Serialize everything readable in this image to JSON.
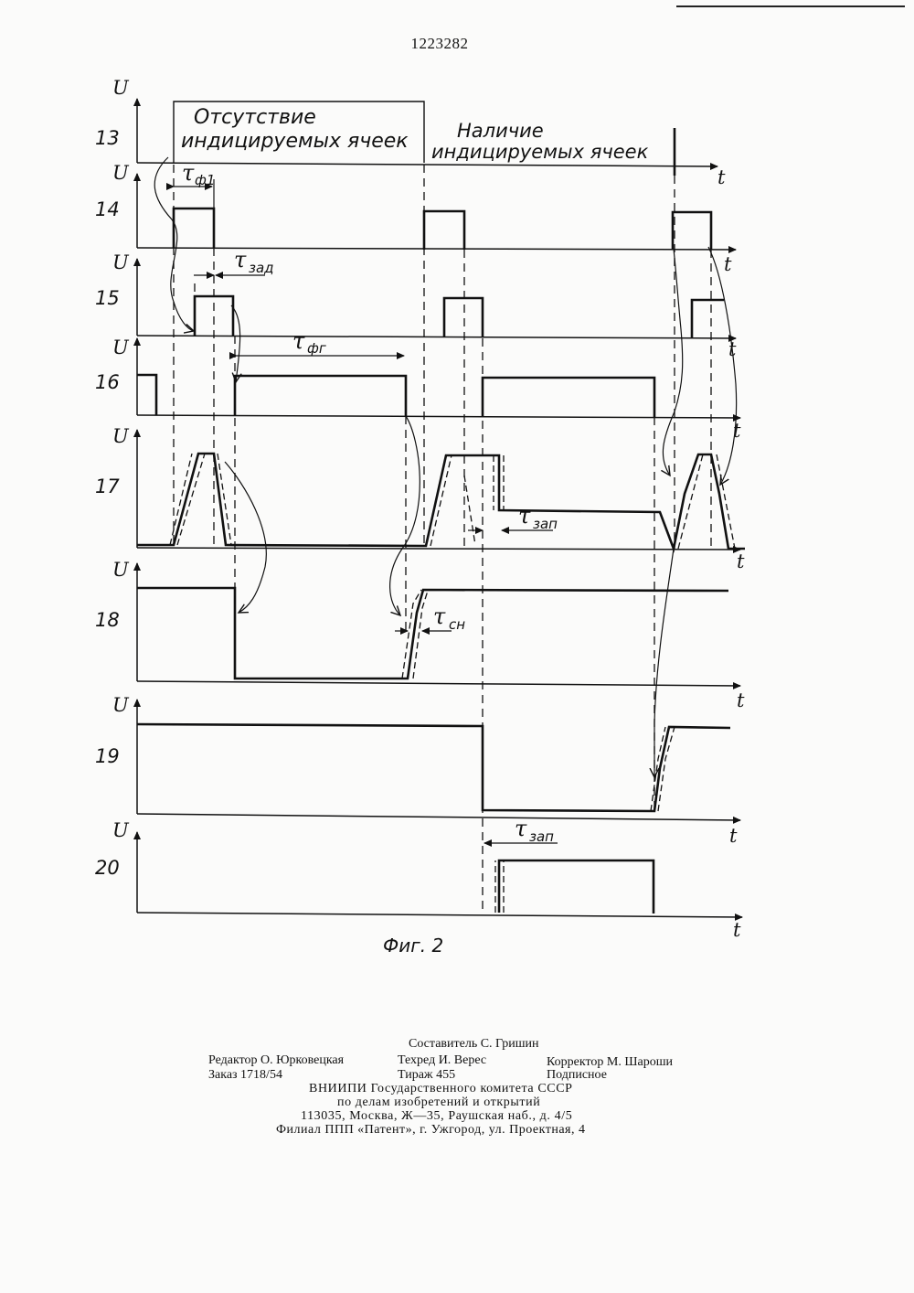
{
  "patent_number": "1223282",
  "figure_caption": "Фиг. 2",
  "axis": {
    "u_label": "U",
    "t_label": "t"
  },
  "traces": [
    {
      "id": "trace-13",
      "number": "13"
    },
    {
      "id": "trace-14",
      "number": "14"
    },
    {
      "id": "trace-15",
      "number": "15"
    },
    {
      "id": "trace-16",
      "number": "16"
    },
    {
      "id": "trace-17",
      "number": "17"
    },
    {
      "id": "trace-18",
      "number": "18"
    },
    {
      "id": "trace-19",
      "number": "19"
    },
    {
      "id": "trace-20",
      "number": "20"
    }
  ],
  "annotations": {
    "absence_line1": "Отсутствие",
    "absence_line2": "индицируемых ячеек",
    "presence_line1": "Наличие",
    "presence_line2": "индицируемых ячеек"
  },
  "timing_labels": {
    "tau": "τ",
    "tf1_sub": "ф1",
    "tzad_sub": "зад",
    "tfg_sub": "фг",
    "tzap_sub": "зап",
    "tsn_sub": "сн"
  },
  "colophon": {
    "compiler": "Составитель С. Гришин",
    "editor": "Редактор О. Юрковецкая",
    "techred": "Техред И. Верес",
    "corrector": "Корректор М. Шароши",
    "order": "Заказ 1718/54",
    "circulation": "Тираж 455",
    "subscription": "Подписное",
    "org": "ВНИИПИ Государственного комитета СССР",
    "org2": "по делам изобретений и открытий",
    "address": "113035, Москва, Ж—35, Раушская наб., д. 4/5",
    "branch": "Филиал ППП «Патент», г. Ужгород, ул. Проектная, 4"
  }
}
